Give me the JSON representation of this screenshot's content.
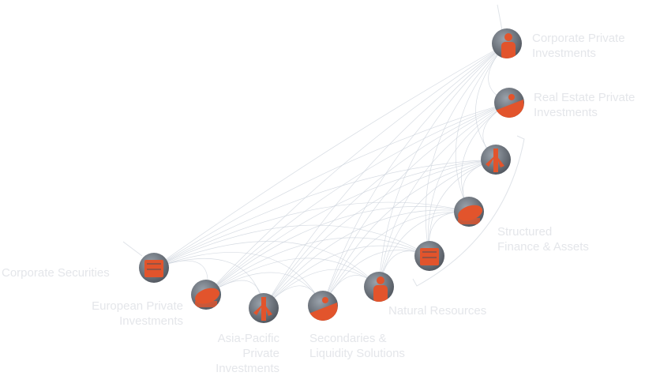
{
  "diagram": {
    "accent_color": "#e2542c",
    "photo_dark": "#4a4f57",
    "photo_light": "#9aa2ab",
    "link_color": "#c9d0da",
    "label_color": "#e4e6ea",
    "nodes": [
      {
        "id": "corporate-private-investments",
        "line1": "Corporate Private",
        "line2": "Investments",
        "icon": "group-meeting-icon"
      },
      {
        "id": "real-estate-private-investments",
        "line1": "Real Estate Private",
        "line2": "Investments",
        "icon": "construction-worker-icon"
      },
      {
        "id": "unlabeled-node-1",
        "icon": "wind-turbine-icon"
      },
      {
        "id": "structured-finance-assets",
        "line1": "Structured",
        "line2": "Finance & Assets",
        "icon": "aircraft-wing-icon"
      },
      {
        "id": "unlabeled-node-2",
        "icon": "machinery-part-icon"
      },
      {
        "id": "natural-resources",
        "line1": "Natural Resources",
        "icon": "oil-rig-icon"
      },
      {
        "id": "secondaries-liquidity-solutions",
        "line1": "Secondaries &",
        "line2": "Liquidity Solutions",
        "icon": "industrial-valve-icon"
      },
      {
        "id": "asia-pacific-private-investments",
        "line1": "Asia-Pacific",
        "line2": "Private",
        "line3": "Investments",
        "icon": "shipping-containers-icon"
      },
      {
        "id": "european-private-investments",
        "line1": "European Private",
        "line2": "Investments",
        "icon": "engineer-icon"
      },
      {
        "id": "corporate-securities",
        "line1": "Corporate Securities",
        "icon": "business-person-icon"
      }
    ]
  }
}
